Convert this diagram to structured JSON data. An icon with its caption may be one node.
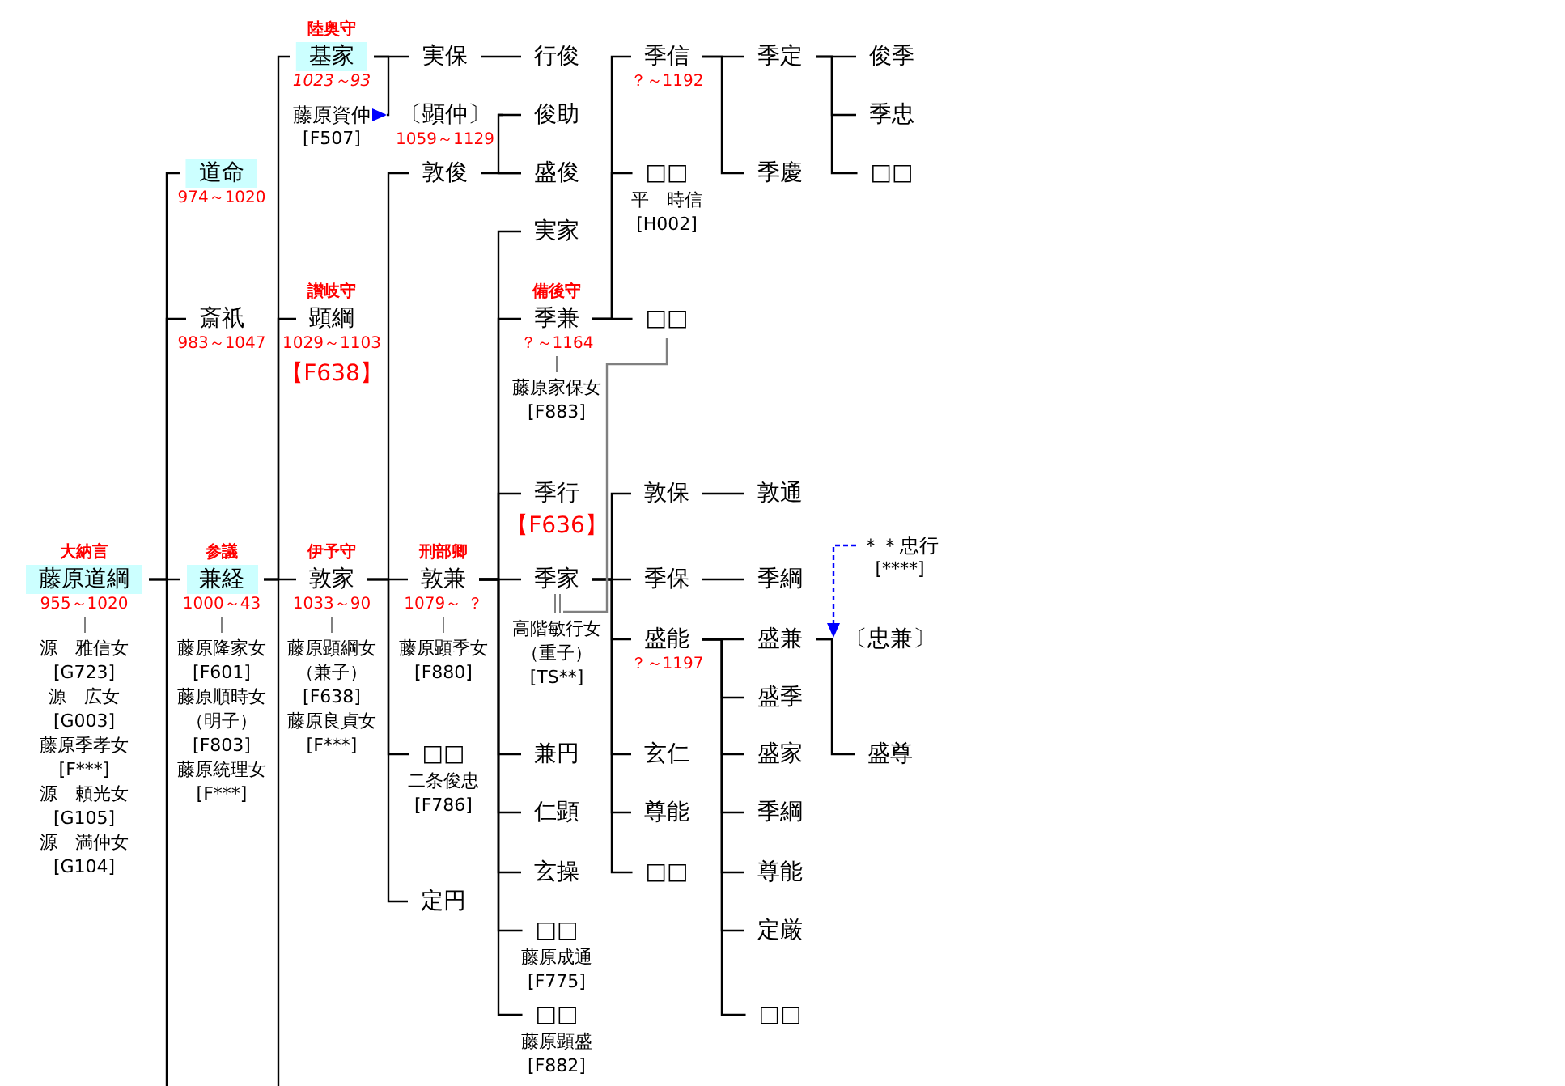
{
  "diagram": {
    "nodes": [
      {
        "text": [
          "大納言",
          "藤原道綱",
          "955～1020"
        ],
        "beside": [
          "源　雅信女",
          "[G723]",
          "源　広女",
          "[G003]",
          "藤原季孝女",
          "[F***]",
          "源　頼光女",
          "[G105]",
          "源　満仲女",
          "[G104]"
        ]
      },
      {
        "text": [
          "道命",
          "974～1020"
        ]
      },
      {
        "text": [
          "斎祇",
          "983～1047"
        ]
      },
      {
        "text": [
          "参議",
          "兼経",
          "1000～43"
        ],
        "beside": [
          "藤原隆家女",
          "[F601]",
          "藤原順時女",
          "（明子）",
          "[F803]",
          "藤原統理女",
          "[F***]"
        ]
      },
      {
        "text": [
          "陸奥守",
          "基家",
          "1023～93"
        ]
      },
      {
        "text": [
          "藤原資仲",
          "[F507]"
        ]
      },
      {
        "text": [
          "讃岐守",
          "顕綱",
          "1029～1103",
          "【F638】"
        ]
      },
      {
        "text": [
          "伊予守",
          "敦家",
          "1033～90"
        ],
        "beside": [
          "藤原顕綱女",
          "（兼子）",
          "[F638]",
          "藤原良貞女",
          "[F***]"
        ]
      },
      {
        "text": [
          "実保"
        ]
      },
      {
        "text": [
          "〔顕仲〕",
          "1059～1129"
        ]
      },
      {
        "text": [
          "敦俊"
        ]
      },
      {
        "text": [
          "刑部卿",
          "敦兼",
          "1079～ ？"
        ],
        "beside": [
          "藤原顕季女",
          "[F880]"
        ]
      },
      {
        "text": [
          "□□"
        ],
        "beside": [
          "二条俊忠",
          "[F786]"
        ]
      },
      {
        "text": [
          "定円"
        ]
      },
      {
        "text": [
          "行俊"
        ]
      },
      {
        "text": [
          "俊助"
        ]
      },
      {
        "text": [
          "盛俊"
        ]
      },
      {
        "text": [
          "実家"
        ]
      },
      {
        "text": [
          "備後守",
          "季兼",
          "？～1164"
        ],
        "beside": [
          "藤原家保女",
          "[F883]"
        ]
      },
      {
        "text": [
          "季行",
          "【F636】"
        ]
      },
      {
        "text": [
          "季家"
        ],
        "beside": [
          "高階敏行女",
          "（重子）",
          "[TS**]"
        ]
      },
      {
        "text": [
          "兼円"
        ]
      },
      {
        "text": [
          "仁顕"
        ]
      },
      {
        "text": [
          "玄操"
        ]
      },
      {
        "text": [
          "□□"
        ],
        "beside": [
          "藤原成通",
          "[F775]"
        ]
      },
      {
        "text": [
          "□□"
        ],
        "beside": [
          "藤原顕盛",
          "[F882]"
        ]
      },
      {
        "text": [
          "季信",
          "？～1192"
        ]
      },
      {
        "text": [
          "□□"
        ],
        "beside": [
          "平　時信",
          "[H002]"
        ]
      },
      {
        "text": [
          "□□"
        ]
      },
      {
        "text": [
          "敦保"
        ]
      },
      {
        "text": [
          "季保"
        ]
      },
      {
        "text": [
          "盛能",
          "？～1197"
        ]
      },
      {
        "text": [
          "玄仁"
        ]
      },
      {
        "text": [
          "尊能"
        ]
      },
      {
        "text": [
          "□□"
        ]
      },
      {
        "text": [
          "季定"
        ]
      },
      {
        "text": [
          "季慶"
        ]
      },
      {
        "text": [
          "俊季"
        ]
      },
      {
        "text": [
          "季忠"
        ]
      },
      {
        "text": [
          "□□"
        ]
      },
      {
        "text": [
          "敦通"
        ]
      },
      {
        "text": [
          "季綱"
        ]
      },
      {
        "text": [
          "盛兼"
        ]
      },
      {
        "text": [
          "盛季"
        ]
      },
      {
        "text": [
          "盛家"
        ]
      },
      {
        "text": [
          "季綱"
        ]
      },
      {
        "text": [
          "尊能"
        ]
      },
      {
        "text": [
          "定厳"
        ]
      },
      {
        "text": [
          "□□"
        ]
      },
      {
        "text": [
          "＊＊忠行",
          "[****]"
        ]
      },
      {
        "text": [
          "〔忠兼〕"
        ]
      },
      {
        "text": [
          "盛尊"
        ]
      }
    ],
    "edges": [
      {
        "from": 0,
        "to": 1,
        "arrow": "none"
      },
      {
        "from": 0,
        "to": 2,
        "arrow": "none"
      },
      {
        "from": 0,
        "to": 3,
        "arrow": "none"
      },
      {
        "from": 0,
        "to": null,
        "arrow": "none"
      },
      {
        "from": 3,
        "to": 4,
        "arrow": "none"
      },
      {
        "from": 3,
        "to": 6,
        "arrow": "none"
      },
      {
        "from": 3,
        "to": 7,
        "arrow": "none"
      },
      {
        "from": 3,
        "to": null,
        "arrow": "none"
      },
      {
        "from": 4,
        "to": 8,
        "arrow": "none"
      },
      {
        "from": 4,
        "to": 9,
        "arrow": "none"
      },
      {
        "from": 5,
        "to": 9,
        "arrow": "to",
        "color": "#0000ff"
      },
      {
        "from": 7,
        "to": 10,
        "arrow": "none"
      },
      {
        "from": 7,
        "to": 11,
        "arrow": "none"
      },
      {
        "from": 7,
        "to": 12,
        "arrow": "none"
      },
      {
        "from": 7,
        "to": 13,
        "arrow": "none"
      },
      {
        "from": 8,
        "to": 14,
        "arrow": "none"
      },
      {
        "from": 9,
        "to": 15,
        "arrow": "none"
      },
      {
        "from": 9,
        "to": 16,
        "arrow": "none"
      },
      {
        "from": 10,
        "to": 16,
        "arrow": "none"
      },
      {
        "from": 11,
        "to": 17,
        "arrow": "none"
      },
      {
        "from": 11,
        "to": 18,
        "arrow": "none"
      },
      {
        "from": 11,
        "to": 19,
        "arrow": "none"
      },
      {
        "from": 11,
        "to": 20,
        "arrow": "none"
      },
      {
        "from": 11,
        "to": 21,
        "arrow": "none"
      },
      {
        "from": 11,
        "to": 22,
        "arrow": "none"
      },
      {
        "from": 11,
        "to": 23,
        "arrow": "none"
      },
      {
        "from": 11,
        "to": 24,
        "arrow": "none"
      },
      {
        "from": 11,
        "to": 25,
        "arrow": "none"
      },
      {
        "from": 18,
        "to": 26,
        "arrow": "none"
      },
      {
        "from": 18,
        "to": 27,
        "arrow": "none"
      },
      {
        "from": 18,
        "to": 28,
        "arrow": "none"
      },
      {
        "from": 20,
        "to": 29,
        "arrow": "none"
      },
      {
        "from": 20,
        "to": 30,
        "arrow": "none"
      },
      {
        "from": 20,
        "to": 31,
        "arrow": "none"
      },
      {
        "from": 20,
        "to": 32,
        "arrow": "none"
      },
      {
        "from": 20,
        "to": 33,
        "arrow": "none"
      },
      {
        "from": 20,
        "to": 34,
        "arrow": "none"
      },
      {
        "from": 26,
        "to": 35,
        "arrow": "none"
      },
      {
        "from": 26,
        "to": 36,
        "arrow": "none"
      },
      {
        "from": 35,
        "to": 37,
        "arrow": "none"
      },
      {
        "from": 35,
        "to": 38,
        "arrow": "none"
      },
      {
        "from": 35,
        "to": 39,
        "arrow": "none"
      },
      {
        "from": 29,
        "to": 40,
        "arrow": "none"
      },
      {
        "from": 30,
        "to": 41,
        "arrow": "none"
      },
      {
        "from": 31,
        "to": 42,
        "arrow": "none"
      },
      {
        "from": 31,
        "to": 43,
        "arrow": "none"
      },
      {
        "from": 31,
        "to": 44,
        "arrow": "none"
      },
      {
        "from": 31,
        "to": 45,
        "arrow": "none"
      },
      {
        "from": 31,
        "to": 46,
        "arrow": "none"
      },
      {
        "from": 31,
        "to": 47,
        "arrow": "none"
      },
      {
        "from": 31,
        "to": 48,
        "arrow": "none"
      },
      {
        "from": 42,
        "to": 50,
        "arrow": "none"
      },
      {
        "from": 42,
        "to": 51,
        "arrow": "none"
      },
      {
        "from": 49,
        "to": 50,
        "arrow": "to",
        "style": "dashed",
        "color": "#0000ff"
      },
      {
        "from": 28,
        "to": 20,
        "arrow": "none",
        "color": "#808080"
      }
    ]
  }
}
